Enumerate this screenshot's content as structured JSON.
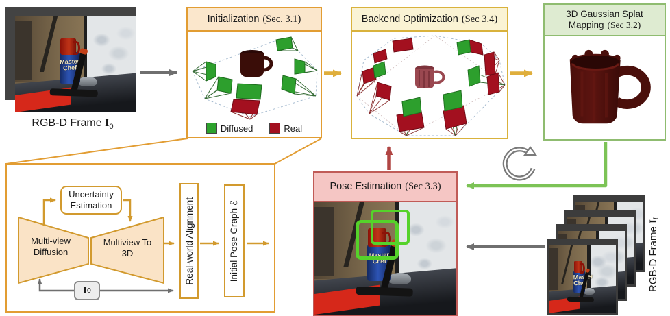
{
  "colors": {
    "orange_border": "#e29d33",
    "orange_fill": "#fbe7cc",
    "gold_border": "#d9b23c",
    "gold_fill": "#faf3d4",
    "gold_arrow": "#dfae3c",
    "green_border": "#8fbc70",
    "green_fill": "#deebd1",
    "green_arrow": "#7cc356",
    "red_border": "#c05b57",
    "red_fill": "#f5c6c4",
    "red_arrow": "#b04543",
    "gray_arrow": "#6f6f6f",
    "diffused_green": "#2da22d",
    "real_red": "#a3101f"
  },
  "labels": {
    "rgbd_frame0": {
      "prefix": "RGB-D Frame ",
      "symbol": "I",
      "subscript": "0"
    },
    "rgbd_framei": {
      "prefix": "RGB-D Frame ",
      "symbol": "I",
      "subscript": "i"
    }
  },
  "boxes": {
    "initialization": {
      "title": "Initialization",
      "sec": "(Sec. 3.1)"
    },
    "backend": {
      "title": "Backend Optimization",
      "sec": "(Sec 3.4)"
    },
    "gs_mapping": {
      "title_line1": "3D Gaussian Splat",
      "title_line2": "Mapping",
      "sec": "(Sec 3.2)"
    },
    "pose": {
      "title": "Pose Estimation",
      "sec": "(Sec 3.3)"
    }
  },
  "legend": {
    "items": [
      {
        "label": "Diffused",
        "color": "#2da22d"
      },
      {
        "label": "Real",
        "color": "#a3101f"
      }
    ]
  },
  "detail": {
    "uncertainty_line1": "Uncertainty",
    "uncertainty_line2": "Estimation",
    "diffusion_line1": "Multi-view",
    "diffusion_line2": "Diffusion",
    "to3d_line1": "Multiview To",
    "to3d_line2": "3D",
    "alignment": "Real-world Alignment",
    "pose_graph": "Initial Pose Graph ℰ",
    "i0": {
      "symbol": "I",
      "subscript": "0"
    }
  },
  "photo": {
    "brand_line1": "Master",
    "brand_line2": "Chef"
  }
}
